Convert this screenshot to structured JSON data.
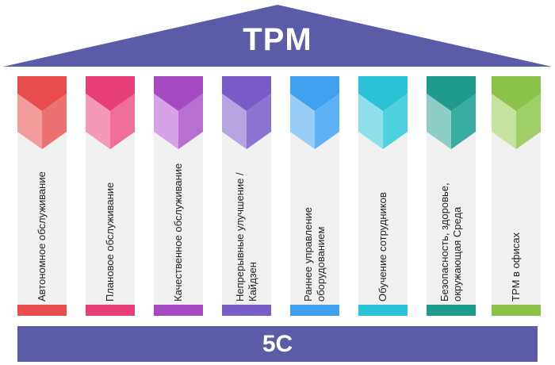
{
  "roof": {
    "title": "TPM",
    "color": "#5b5ba8"
  },
  "foundation": {
    "label": "5C",
    "color": "#5b5ba8"
  },
  "pillars": [
    {
      "label": "Автономное обслуживание",
      "colors": {
        "top": "#e84c4c",
        "light": "#f29c9c",
        "dark": "#ec7272"
      }
    },
    {
      "label": "Плановое обслуживание",
      "colors": {
        "top": "#e83e7a",
        "light": "#f49ab8",
        "dark": "#ee6f99"
      }
    },
    {
      "label": "Качественное обслуживание",
      "colors": {
        "top": "#a64ac4",
        "light": "#d8a3e6",
        "dark": "#b96ed1"
      }
    },
    {
      "label": "Непрерывные улучшение / Кайдзен",
      "colors": {
        "top": "#7a5cc8",
        "light": "#b6a3e2",
        "dark": "#8d73d0"
      }
    },
    {
      "label": "Раннее управление оборудованием",
      "colors": {
        "top": "#3ea0ef",
        "light": "#97cdf6",
        "dark": "#5eb1f2"
      }
    },
    {
      "label": "Обучение сотрудников",
      "colors": {
        "top": "#2ac3d8",
        "light": "#8fe0ea",
        "dark": "#4dd0e0"
      }
    },
    {
      "label": "Безопасность, здоровье, окружающая Среда",
      "colors": {
        "top": "#1f9b8e",
        "light": "#8dcfc7",
        "dark": "#3aab9f"
      }
    },
    {
      "label": "TPM в офисах",
      "colors": {
        "top": "#8bc34a",
        "light": "#c6e3a0",
        "dark": "#a0cf6a"
      }
    }
  ]
}
